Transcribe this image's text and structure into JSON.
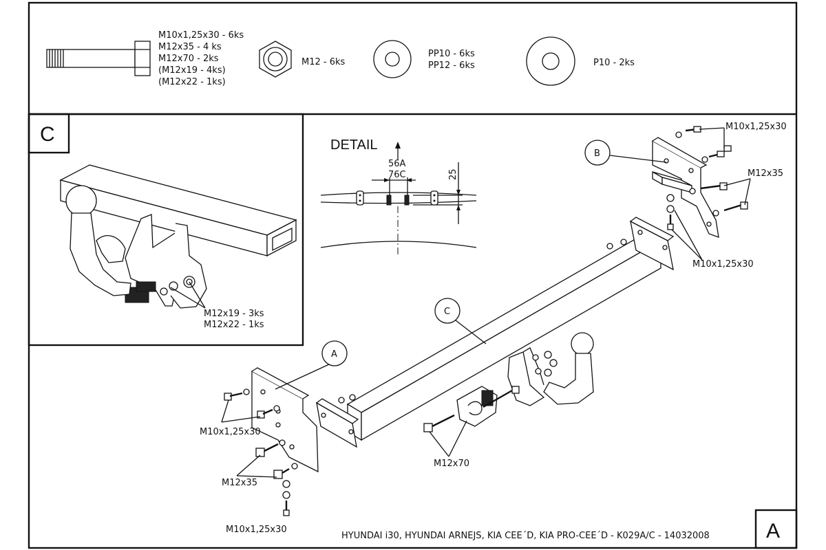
{
  "legend": {
    "bolt_lines": [
      "M10x1,25x30 - 6ks",
      "M12x35 - 4 ks",
      "M12x70 - 2ks",
      "(M12x19 - 4ks)",
      "(M12x22 - 1ks)"
    ],
    "nut_label": "M12 - 6ks",
    "washer_small_lines": [
      "PP10 - 6ks",
      "PP12 - 6ks"
    ],
    "washer_large_label": "P10 - 2ks"
  },
  "detail_c": {
    "view_letter": "C",
    "bolt_labels": [
      "M12x19 - 3ks",
      "M12x22 - 1ks"
    ]
  },
  "detail_view": {
    "title": "DETAIL",
    "dim_56a": "56A",
    "dim_76c": "76C",
    "dim_25": "25"
  },
  "main": {
    "callout_a": "A",
    "callout_b": "B",
    "callout_c": "C",
    "right_labels": {
      "top": "M10x1,25x30",
      "mid": "M12x35",
      "bottom": "M10x1,25x30"
    },
    "left_labels": {
      "top": "M10x1,25x30",
      "mid": "M12x35",
      "bottom": "M10x1,25x30"
    },
    "center_label": "M12x70"
  },
  "title_block": {
    "text": "HYUNDAI i30, HYUNDAI ARNEJS, KIA CEE´D, KIA PRO-CEE´D - K029A/C - 14032008",
    "sheet_letter": "A"
  }
}
